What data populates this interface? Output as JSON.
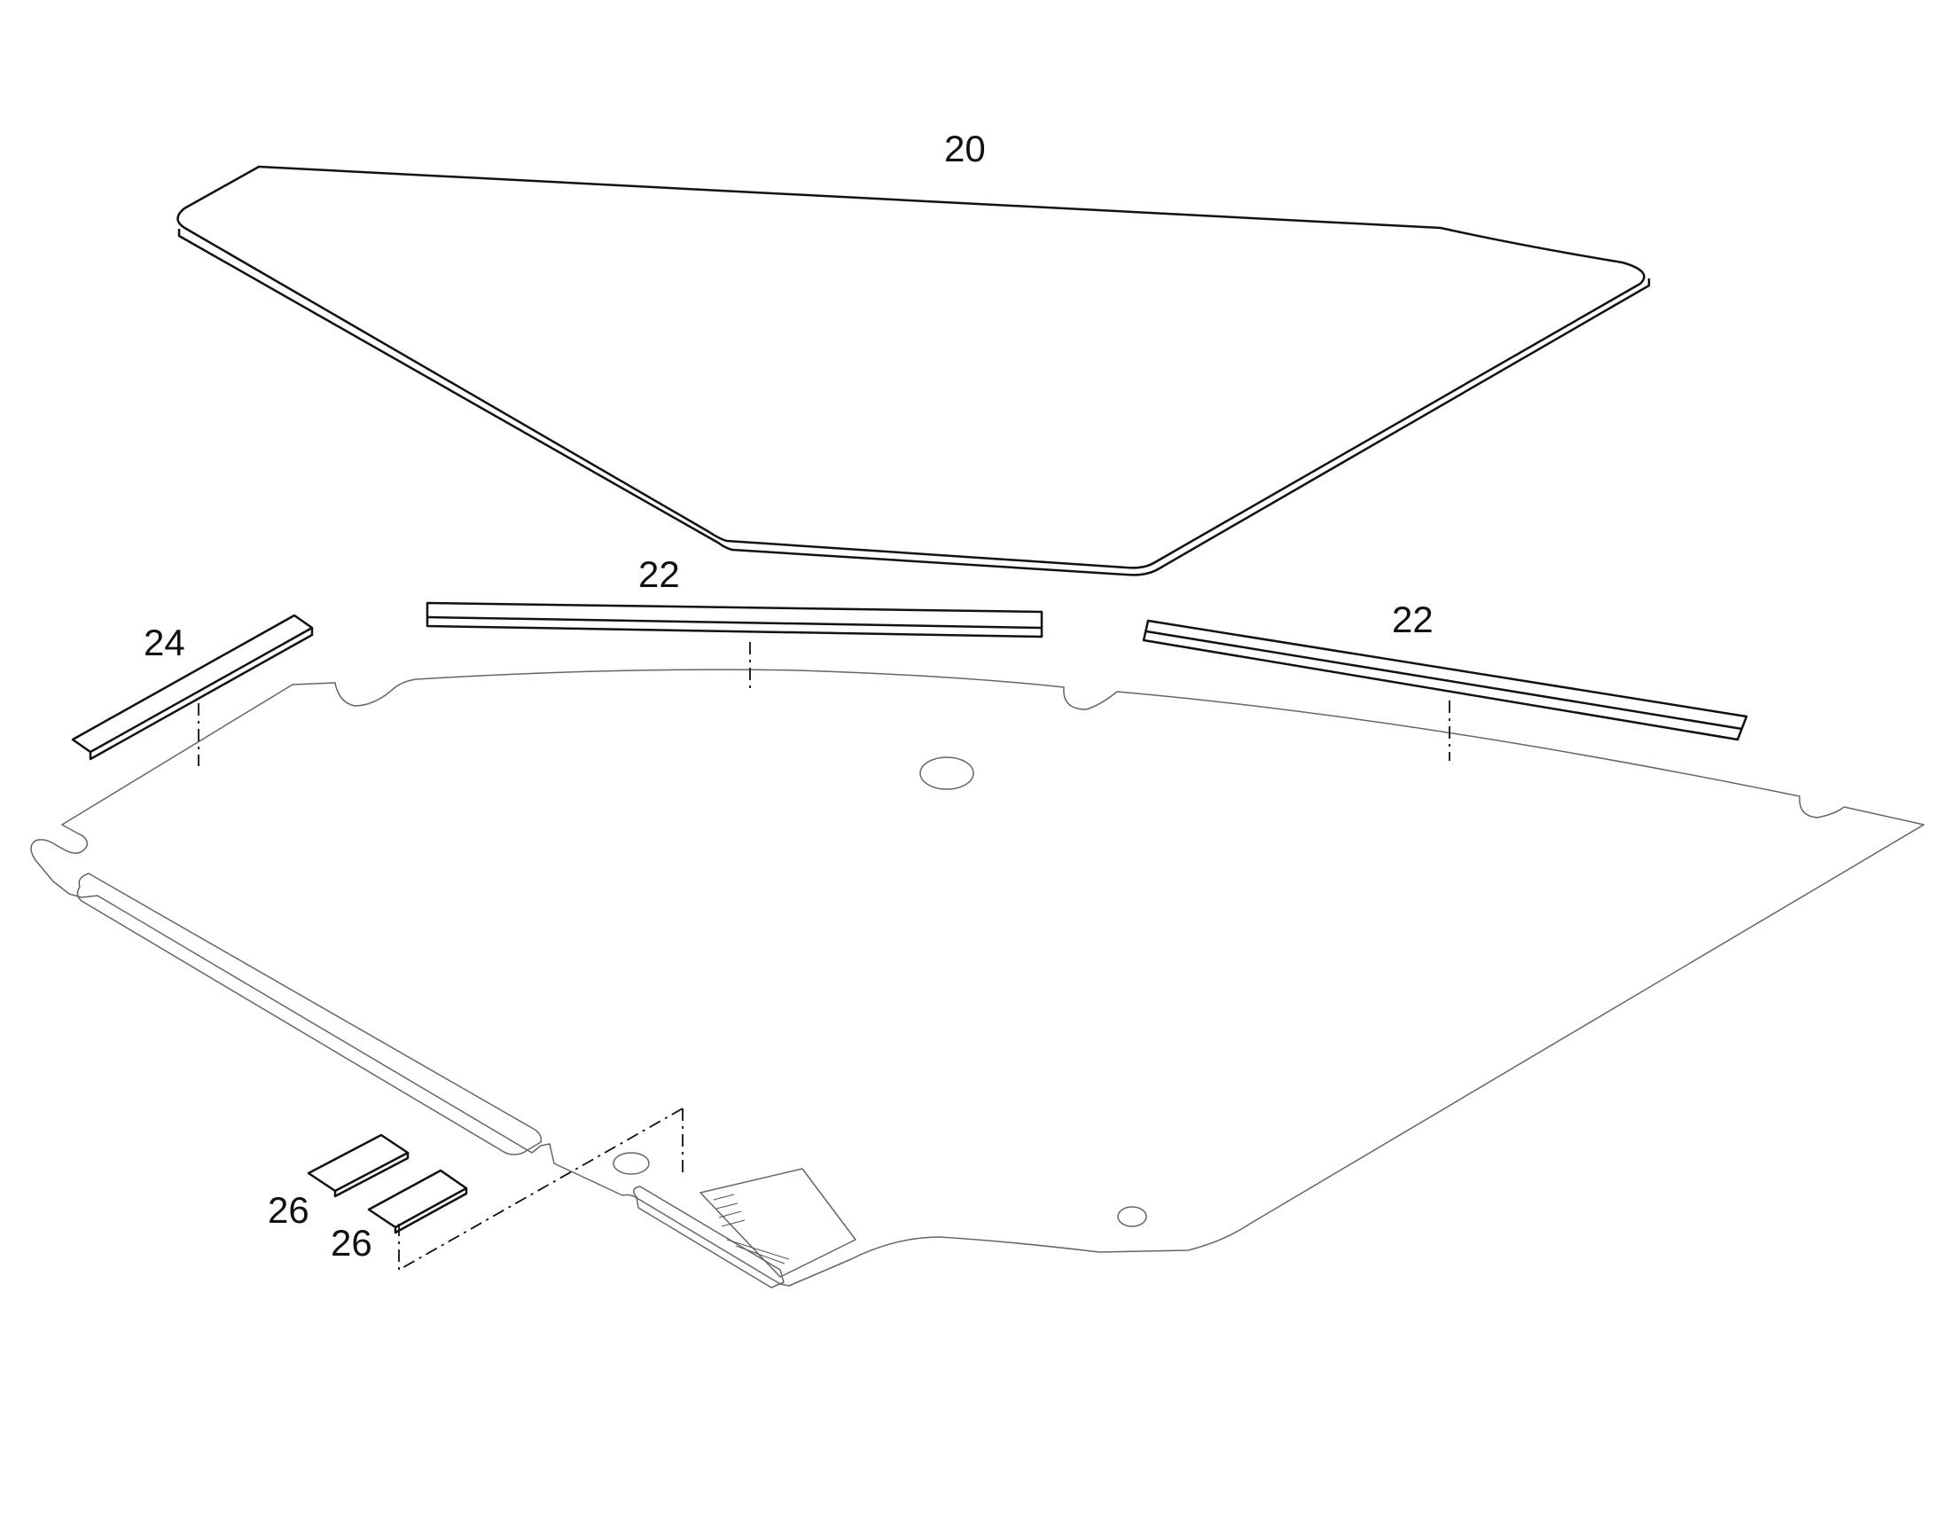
{
  "figure": {
    "background": "#ffffff",
    "line_color": "#111111",
    "thin_line_color": "#666666"
  },
  "labels": {
    "part_20": "20",
    "part_22_center": "22",
    "part_22_right": "22",
    "part_24": "24",
    "part_26_upper": "26",
    "part_26_lower": "26"
  }
}
